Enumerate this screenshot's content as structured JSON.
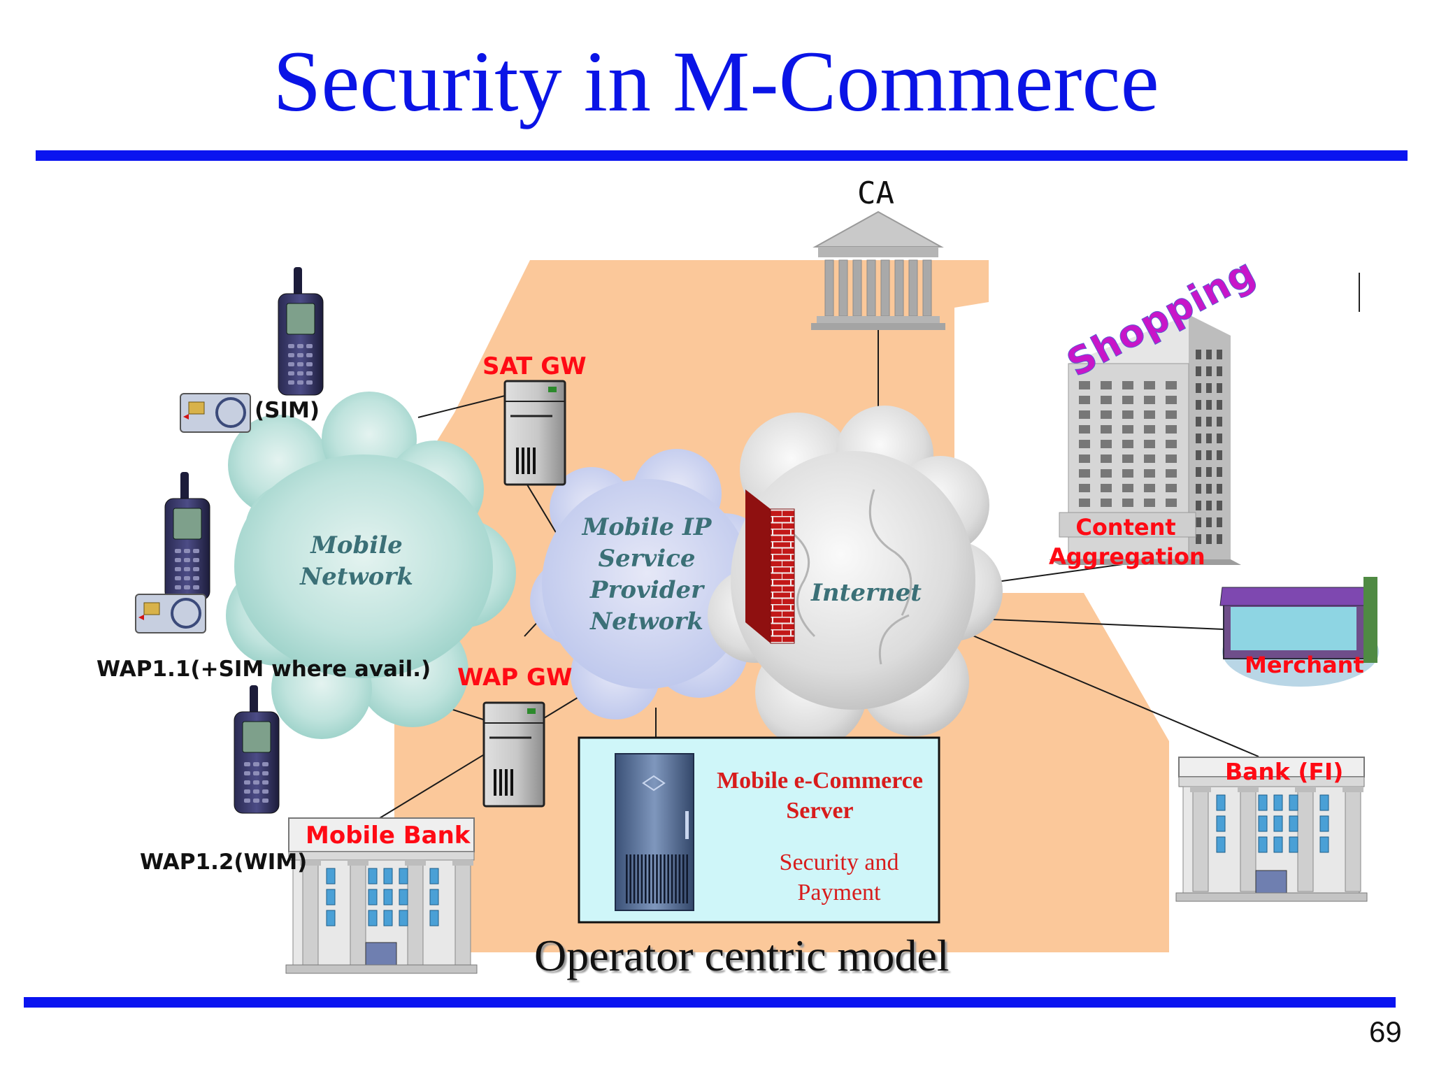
{
  "title": "Security in M-Commerce",
  "labels": {
    "ca": "CA",
    "sim": "(SIM)",
    "sat_gw": "SAT GW",
    "wap_gw": "WAP GW",
    "wap11": "WAP1.1(+SIM where avail.)",
    "wap12": "WAP1.2(WIM)",
    "mobile_network": [
      "Mobile",
      "Network"
    ],
    "mobile_ip": [
      "Mobile IP",
      "Service",
      "Provider",
      "Network"
    ],
    "internet": "Internet",
    "shopping": "Shopping",
    "content_aggregation": [
      "Content",
      "Aggregation"
    ],
    "merchant": "Merchant",
    "bank_fi": "Bank (FI)",
    "mobile_bank": "Mobile Bank",
    "server_title": [
      "Mobile e-Commerce",
      "Server"
    ],
    "server_sub": [
      "Security and",
      "Payment"
    ],
    "model": "Operator centric model"
  },
  "page_number": "69",
  "colors": {
    "title": "#0a14e6",
    "rule": "#0a14f0",
    "operator_region": "#fbc89a",
    "red_label": "#ff0a14",
    "server_box": "#cff6f9"
  }
}
